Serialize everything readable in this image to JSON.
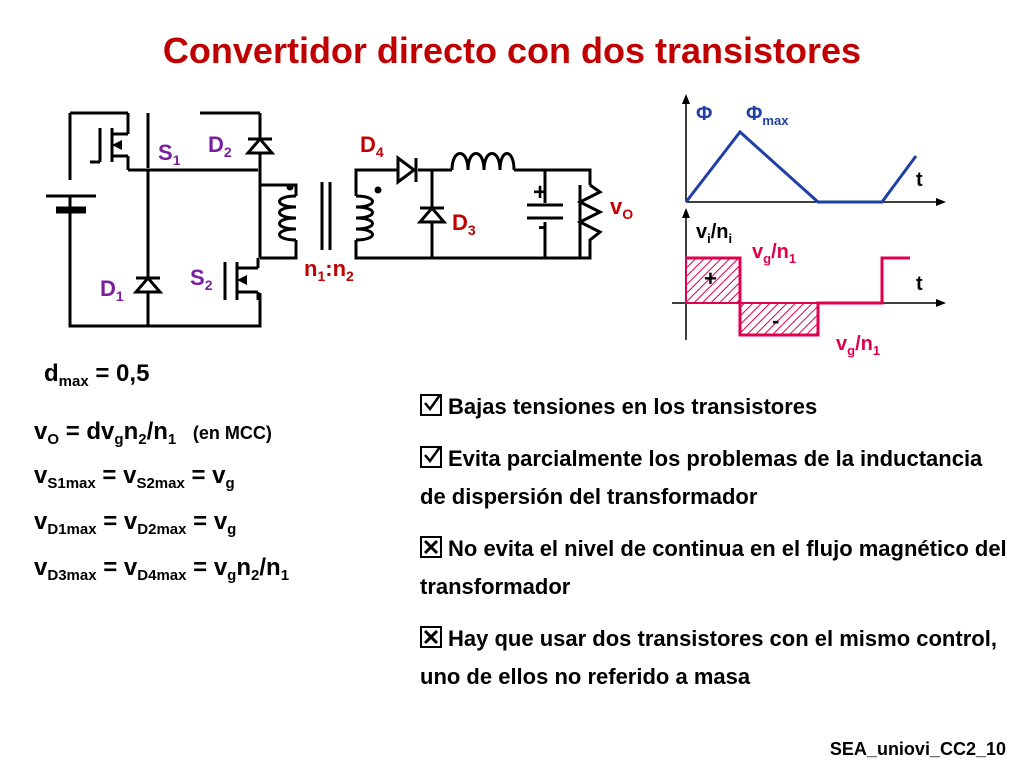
{
  "title": "Convertidor directo con dos transistores",
  "circuit": {
    "labels": {
      "s1": "S",
      "s1_sub": "1",
      "s2": "S",
      "s2_sub": "2",
      "d1": "D",
      "d1_sub": "1",
      "d2": "D",
      "d2_sub": "2",
      "d3": "D",
      "d3_sub": "3",
      "d4": "D",
      "d4_sub": "4",
      "ratio_n1": "n",
      "ratio_n1_sub": "1",
      "ratio_sep": ":",
      "ratio_n2": "n",
      "ratio_n2_sub": "2",
      "cap_plus": "+",
      "cap_minus": "-",
      "vo": "v",
      "vo_sub": "O"
    }
  },
  "waveforms": {
    "flux": "Φ",
    "flux_max": "Φ",
    "flux_max_sub": "max",
    "t_label": "t",
    "vi": "v",
    "vi_sub": "i",
    "vi_slash": "/n",
    "vi_sub2": "i",
    "vg_top": "v",
    "vg_top_sub": "g",
    "vg_top_rest": "/n",
    "vg_top_sub2": "1",
    "vg_bottom": "v",
    "vg_bottom_sub": "g",
    "vg_bottom_rest": "/n",
    "vg_bottom_sub2": "1",
    "plus": "+",
    "minus": "-",
    "colors": {
      "flux": "#1f3fa6",
      "voltage": "#e0004e",
      "labels_circuit": "#7b1fa2",
      "red": "#c00000"
    }
  },
  "equations": {
    "dmax": {
      "a": "d",
      "a_sub": "max",
      "b": " = 0,5"
    },
    "vo": {
      "a": "v",
      "a_sub": "O",
      "b": " = dv",
      "b_sub": "g",
      "c": "n",
      "c_sub": "2",
      "d": "/n",
      "d_sub": "1",
      "note": "(en MCC)"
    },
    "vs": {
      "a": "v",
      "a_sub": "S1max",
      "b": " = v",
      "b_sub": "S2max",
      "c": " = v",
      "c_sub": "g"
    },
    "vd12": {
      "a": "v",
      "a_sub": "D1max",
      "b": " = v",
      "b_sub": "D2max",
      "c": " = v",
      "c_sub": "g"
    },
    "vd34": {
      "a": "v",
      "a_sub": "D3max",
      "b": " = v",
      "b_sub": "D4max",
      "c": " = v",
      "c_sub": "g",
      "d": "n",
      "d_sub": "2",
      "e": "/n",
      "e_sub": "1"
    }
  },
  "bullets": [
    {
      "icon": "check-box-icon",
      "text": "Bajas tensiones en los transistores"
    },
    {
      "icon": "check-box-icon",
      "text": "Evita parcialmente los problemas de la inductancia de dispersión del transformador"
    },
    {
      "icon": "x-box-icon",
      "text": "No evita el nivel de continua en el flujo magnético del transformador"
    },
    {
      "icon": "x-box-icon",
      "text": "Hay que usar dos transistores con el mismo control, uno de ellos no referido a masa"
    }
  ],
  "footer": "SEA_uniovi_CC2_10"
}
